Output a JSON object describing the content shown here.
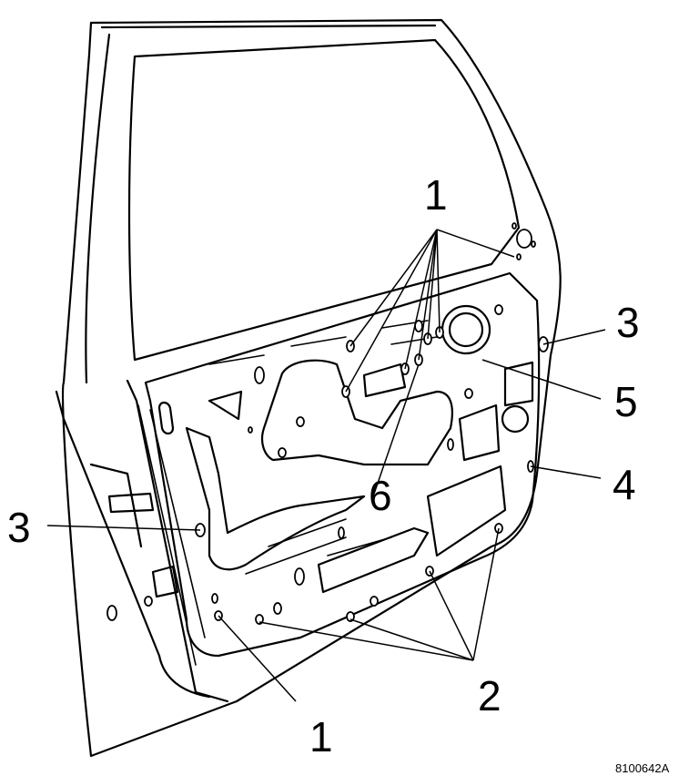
{
  "diagram": {
    "callouts": {
      "c1_top": "1",
      "c3_right": "3",
      "c5": "5",
      "c4": "4",
      "c6": "6",
      "c3_left": "3",
      "c2": "2",
      "c1_bottom": "1"
    },
    "figure_id": "8100642A"
  }
}
